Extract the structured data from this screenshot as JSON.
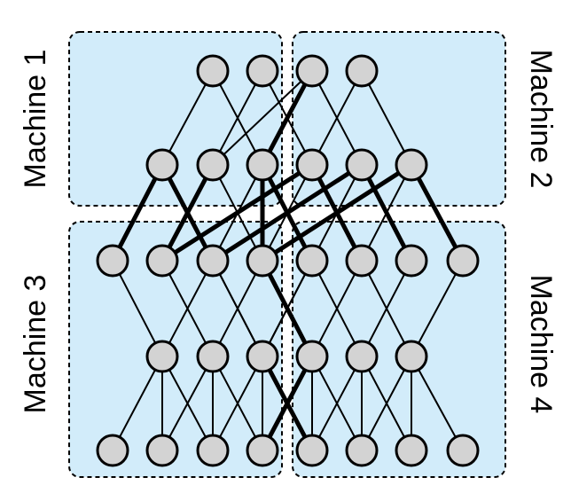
{
  "machines": [
    {
      "id": "machine-1",
      "label": "Machine 1"
    },
    {
      "id": "machine-2",
      "label": "Machine 2"
    },
    {
      "id": "machine-3",
      "label": "Machine 3"
    },
    {
      "id": "machine-4",
      "label": "Machine 4"
    }
  ],
  "layers": [
    {
      "index": 0,
      "node_count": 4
    },
    {
      "index": 1,
      "node_count": 6
    },
    {
      "index": 2,
      "node_count": 8
    },
    {
      "index": 3,
      "node_count": 6
    },
    {
      "index": 4,
      "node_count": 8
    }
  ],
  "colors": {
    "partition_fill": "#d2ecfa",
    "partition_border": "#000000",
    "node_fill": "#d3d3d3",
    "node_stroke": "#000000",
    "edge": "#000000"
  }
}
